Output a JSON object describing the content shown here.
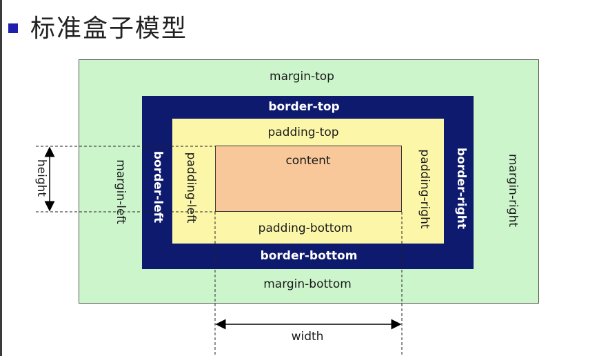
{
  "title": "标准盒子模型",
  "labels": {
    "margin_top": "margin-top",
    "margin_bottom": "margin-bottom",
    "margin_left": "margin-left",
    "margin_right": "margin-right",
    "border_top": "border-top",
    "border_bottom": "border-bottom",
    "border_left": "border-left",
    "border_right": "border-right",
    "padding_top": "padding-top",
    "padding_bottom": "padding-bottom",
    "padding_left": "padding-left",
    "padding_right": "padding-right",
    "content": "content",
    "height": "height",
    "width": "width"
  },
  "colors": {
    "margin": "#ccf5cc",
    "border": "#0e1a6e",
    "padding": "#fcf7a8",
    "content": "#f9c89a",
    "bullet": "#1f1fae"
  }
}
